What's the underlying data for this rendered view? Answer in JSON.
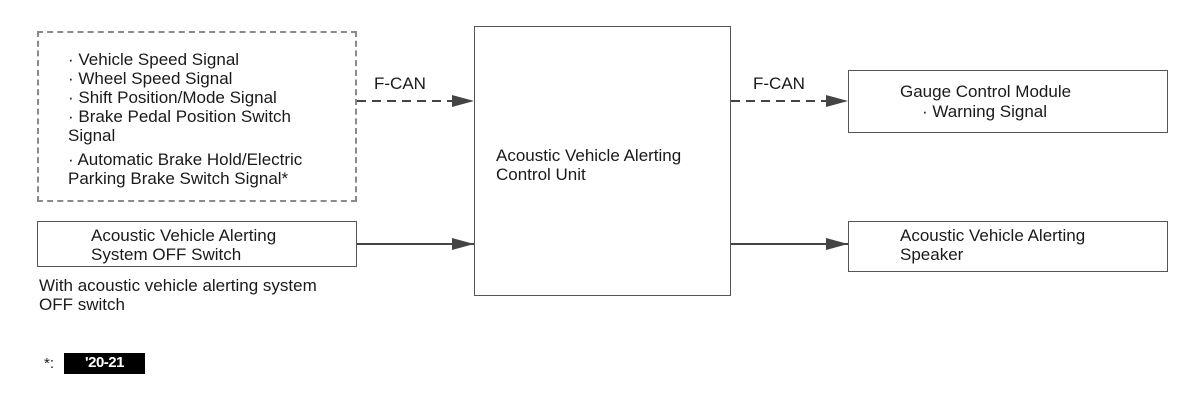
{
  "inputs_box": {
    "lines": [
      "· Vehicle Speed Signal",
      "· Wheel Speed Signal",
      "· Shift Position/Mode Signal",
      "· Brake Pedal Position Switch",
      "Signal",
      "· Automatic Brake Hold/Electric",
      "Parking Brake Switch Signal*"
    ]
  },
  "off_switch": {
    "line1": "Acoustic Vehicle Alerting",
    "line2": "System OFF Switch",
    "note_line1": "With acoustic vehicle alerting system",
    "note_line2": "OFF switch"
  },
  "control_unit": {
    "line1": "Acoustic Vehicle Alerting",
    "line2": "Control Unit"
  },
  "gauge_module": {
    "line1": "Gauge Control Module",
    "line2": "· Warning Signal"
  },
  "speaker": {
    "line1": "Acoustic Vehicle Alerting",
    "line2": "Speaker"
  },
  "connections": {
    "left_label": "F-CAN",
    "right_label": "F-CAN"
  },
  "footnote": {
    "marker": "*:",
    "badge": "'20-21"
  }
}
